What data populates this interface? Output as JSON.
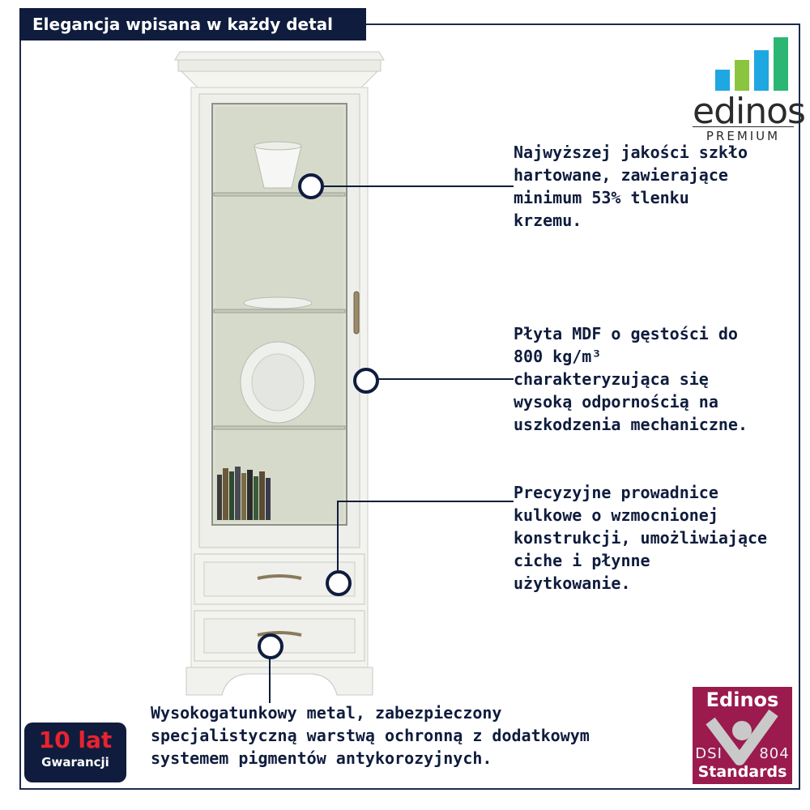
{
  "header": {
    "title": "Elegancja wpisana w każdy detal"
  },
  "brand": {
    "name": "edinos",
    "tagline": "PREMIUM",
    "bar_colors": [
      "#1ea7e1",
      "#8bc53f",
      "#1ea7e1",
      "#2bb673"
    ]
  },
  "features": [
    {
      "text": "Najwyższej jakości szkło\nhartowane, zawierające\nminimum 53% tlenku\nkrzemu."
    },
    {
      "text": "Płyta MDF o gęstości do\n800 kg/m³\ncharakteryzująca się\nwysoką odpornością na\nuszkodzenia mechaniczne."
    },
    {
      "text": "Precyzyjne prowadnice\nkulkowe o wzmocnionej\nkonstrukcji, umożliwiające\nciche i płynne\nużytkowanie."
    },
    {
      "text": "Wysokogatunkowy metal, zabezpieczony\nspecjalistyczną warstwą ochronną z dodatkowym\nsystemem pigmentów antykorozyjnych."
    }
  ],
  "warranty": {
    "years": "10 lat",
    "label": "Gwarancji"
  },
  "standards": {
    "title": "Edinos",
    "code_left": "DSI",
    "code_right": "804",
    "footer": "Standards"
  },
  "colors": {
    "navy": "#0f1c3d",
    "standards_bg": "#9b1b4e",
    "warranty_red": "#e8232f"
  }
}
